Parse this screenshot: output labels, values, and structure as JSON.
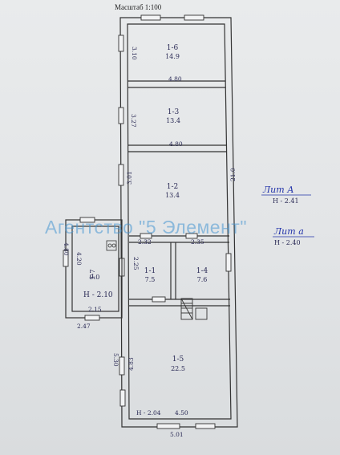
{
  "header": {
    "scale": "Масштаб 1:100"
  },
  "watermark": "Агентство \"5 Элемент\"",
  "liter_main": {
    "name": "Лит А",
    "height": "Н - 2.41"
  },
  "liter_annex": {
    "name": "Лит а",
    "height": "Н - 2.40"
  },
  "rooms": [
    {
      "id": "1-6",
      "area": "14.9"
    },
    {
      "id": "1-3",
      "area": "13.4"
    },
    {
      "id": "1-2",
      "area": "13.4"
    },
    {
      "id": "1-1",
      "area": "7.5"
    },
    {
      "id": "1-4",
      "area": "7.6"
    },
    {
      "id": "1-5",
      "area": "22.5"
    },
    {
      "id": "1-7",
      "area": "9.0"
    }
  ],
  "dims": {
    "top_room_height": "3.10",
    "width_1": "4.80",
    "room3_height": "3.27",
    "width_2": "4.80",
    "room2_height": "3.01",
    "total_length": "21.0",
    "d_232": "2.32",
    "d_235": "2.35",
    "d_225": "2.25",
    "annex_outer": "4.80",
    "annex_inner": "4.20",
    "annex_height": "Н - 2.10",
    "annex_bottom": "2.15",
    "annex_outer_bottom": "2.47",
    "room5_outer": "5.30",
    "room5_inner": "4.83",
    "bottom_height": "Н - 2.04",
    "bottom_inner_width": "4.50",
    "bottom_outer_width": "5.01"
  }
}
